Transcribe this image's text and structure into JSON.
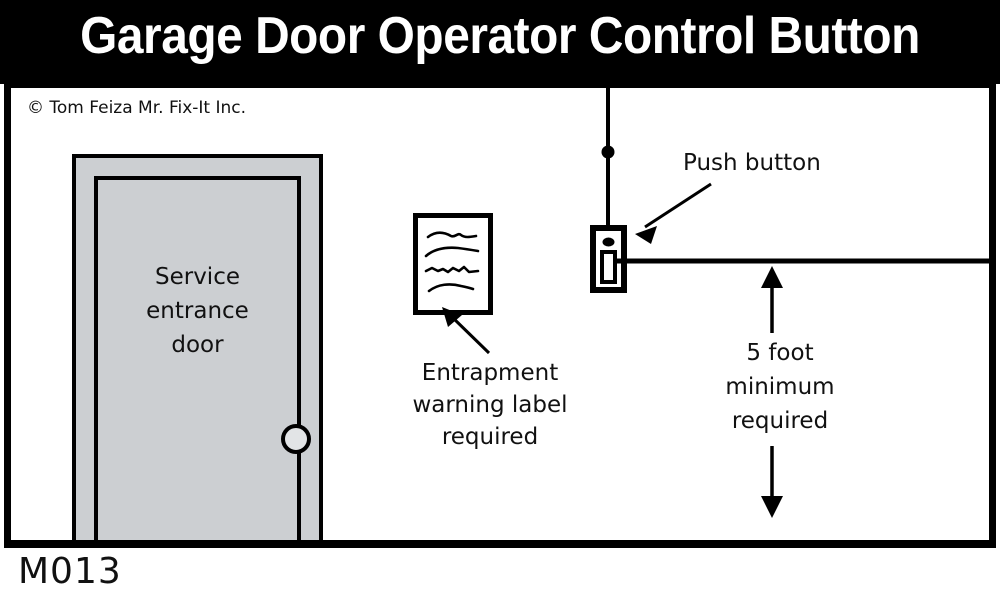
{
  "header": {
    "title": "Garage Door Operator Control Button"
  },
  "panel": {
    "copyright": "© Tom Feiza Mr. Fix-It Inc.",
    "door": {
      "label_line1": "Service",
      "label_line2": "entrance",
      "label_line3": "door",
      "fill_color": "#cccfd2",
      "knob_name": "door-knob"
    },
    "warning_label": {
      "caption_line1": "Entrapment",
      "caption_line2": "warning label",
      "caption_line3": "required",
      "squiggle_count": 4
    },
    "push_button": {
      "caption": "Push button"
    },
    "dimension": {
      "caption_line1": "5 foot",
      "caption_line2": "minimum",
      "caption_line3": "required",
      "value": "5",
      "unit": "foot"
    }
  },
  "footer": {
    "code": "M013"
  },
  "colors": {
    "ink": "#000000",
    "paper": "#ffffff",
    "door_gray": "#cccfd2",
    "knob_gray": "#e2e4e6",
    "title_text": "#ffffff"
  }
}
